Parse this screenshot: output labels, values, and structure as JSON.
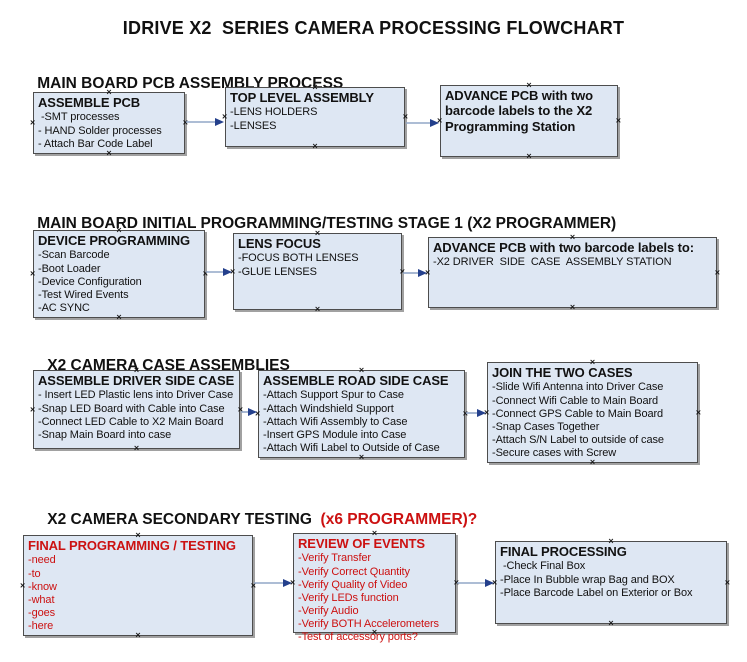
{
  "title": "IDRIVE X2  SERIES CAMERA PROCESSING FLOWCHART",
  "colors": {
    "box_fill": "#dee7f3",
    "box_border": "#4d4d4d",
    "arrow_line": "#92a7c7",
    "arrow_head": "#24408c",
    "red_text": "#cc1111",
    "text": "#111111",
    "background": "#ffffff"
  },
  "sections": [
    {
      "heading": "MAIN BOARD PCB ASSEMBLY PROCESS",
      "boxes": [
        {
          "title": "ASSEMBLE PCB",
          "lines": [
            " -SMT processes",
            "- HAND Solder processes",
            "- Attach Bar Code Label"
          ]
        },
        {
          "title": "TOP LEVEL ASSEMBLY",
          "lines": [
            "-LENS HOLDERS",
            "-LENSES"
          ]
        },
        {
          "title": "ADVANCE PCB with two barcode labels to the  X2 Programming Station",
          "lines": []
        }
      ]
    },
    {
      "heading": "MAIN BOARD INITIAL PROGRAMMING/TESTING STAGE 1 (X2 PROGRAMMER)",
      "boxes": [
        {
          "title": "DEVICE PROGRAMMING",
          "lines": [
            "-Scan Barcode",
            "-Boot Loader",
            "-Device Configuration",
            "-Test Wired Events",
            "-AC SYNC"
          ]
        },
        {
          "title": "LENS FOCUS",
          "lines": [
            "-FOCUS BOTH LENSES",
            "-GLUE LENSES"
          ]
        },
        {
          "title": "ADVANCE PCB with two barcode labels to:",
          "lines": [
            "-X2 DRIVER  SIDE  CASE  ASSEMBLY STATION"
          ]
        }
      ]
    },
    {
      "heading": "X2 CAMERA CASE ASSEMBLIES",
      "boxes": [
        {
          "title": "ASSEMBLE DRIVER SIDE CASE",
          "lines": [
            "- Insert LED Plastic lens into Driver Case",
            "-Snap LED Board with Cable into Case",
            "-Connect LED Cable to X2 Main Board",
            "-Snap Main Board into case"
          ]
        },
        {
          "title": "ASSEMBLE ROAD SIDE CASE",
          "lines": [
            "-Attach Support Spur to Case",
            "-Attach Windshield Support",
            "-Attach Wifi Assembly to Case",
            "-Insert GPS Module into Case",
            "-Attach Wifi Label to Outside of Case"
          ]
        },
        {
          "title": "JOIN THE TWO CASES",
          "lines": [
            "-Slide Wifi Antenna into Driver Case",
            "-Connect Wifi Cable to Main Board",
            "-Connect GPS Cable to Main Board",
            "-Snap Cases Together",
            "-Attach S/N Label to outside of case",
            "-Secure cases with Screw"
          ]
        }
      ]
    },
    {
      "heading": "X2 CAMERA SECONDARY TESTING ",
      "heading_suffix": " (x6 PROGRAMMER)?",
      "boxes": [
        {
          "title": "FINAL PROGRAMMING / TESTING",
          "lines": [
            "-need",
            "-to",
            "-know",
            "-what",
            "-goes",
            "-here"
          ]
        },
        {
          "title": "REVIEW OF EVENTS",
          "lines": [
            "-Verify Transfer",
            "-Verify Correct Quantity",
            "-Verify Quality of Video",
            "-Verify LEDs function",
            "-Verify Audio",
            "-Verify BOTH Accelerometers",
            "-Test of accessory ports?"
          ]
        },
        {
          "title": "FINAL PROCESSING",
          "lines": [
            " -Check Final Box",
            "-Place In Bubble wrap Bag and BOX",
            "-Place Barcode Label on Exterior or Box"
          ]
        }
      ]
    }
  ]
}
